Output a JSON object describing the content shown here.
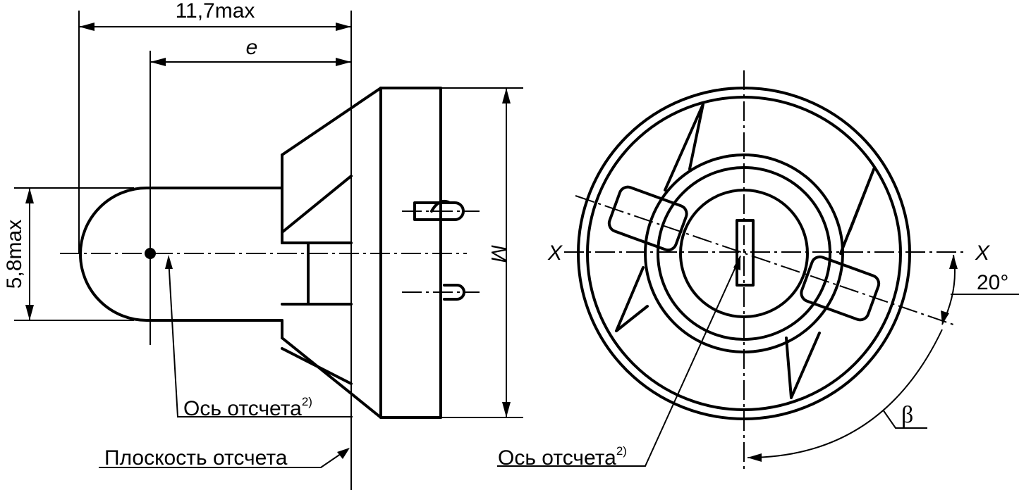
{
  "labels": {
    "dim_overall": "11,7max",
    "dim_e": "e",
    "dim_dia": "5,8max",
    "dim_m": "M",
    "ref_axis_left": "Ось отсчета",
    "ref_axis_right": "Ось отсчета",
    "footnote_left": "2)",
    "footnote_right": "2)",
    "ref_plane": "Плоскость отсчета",
    "axis_x_left": "X",
    "axis_x_right": "X",
    "angle_20": "20°",
    "angle_beta": "β"
  }
}
